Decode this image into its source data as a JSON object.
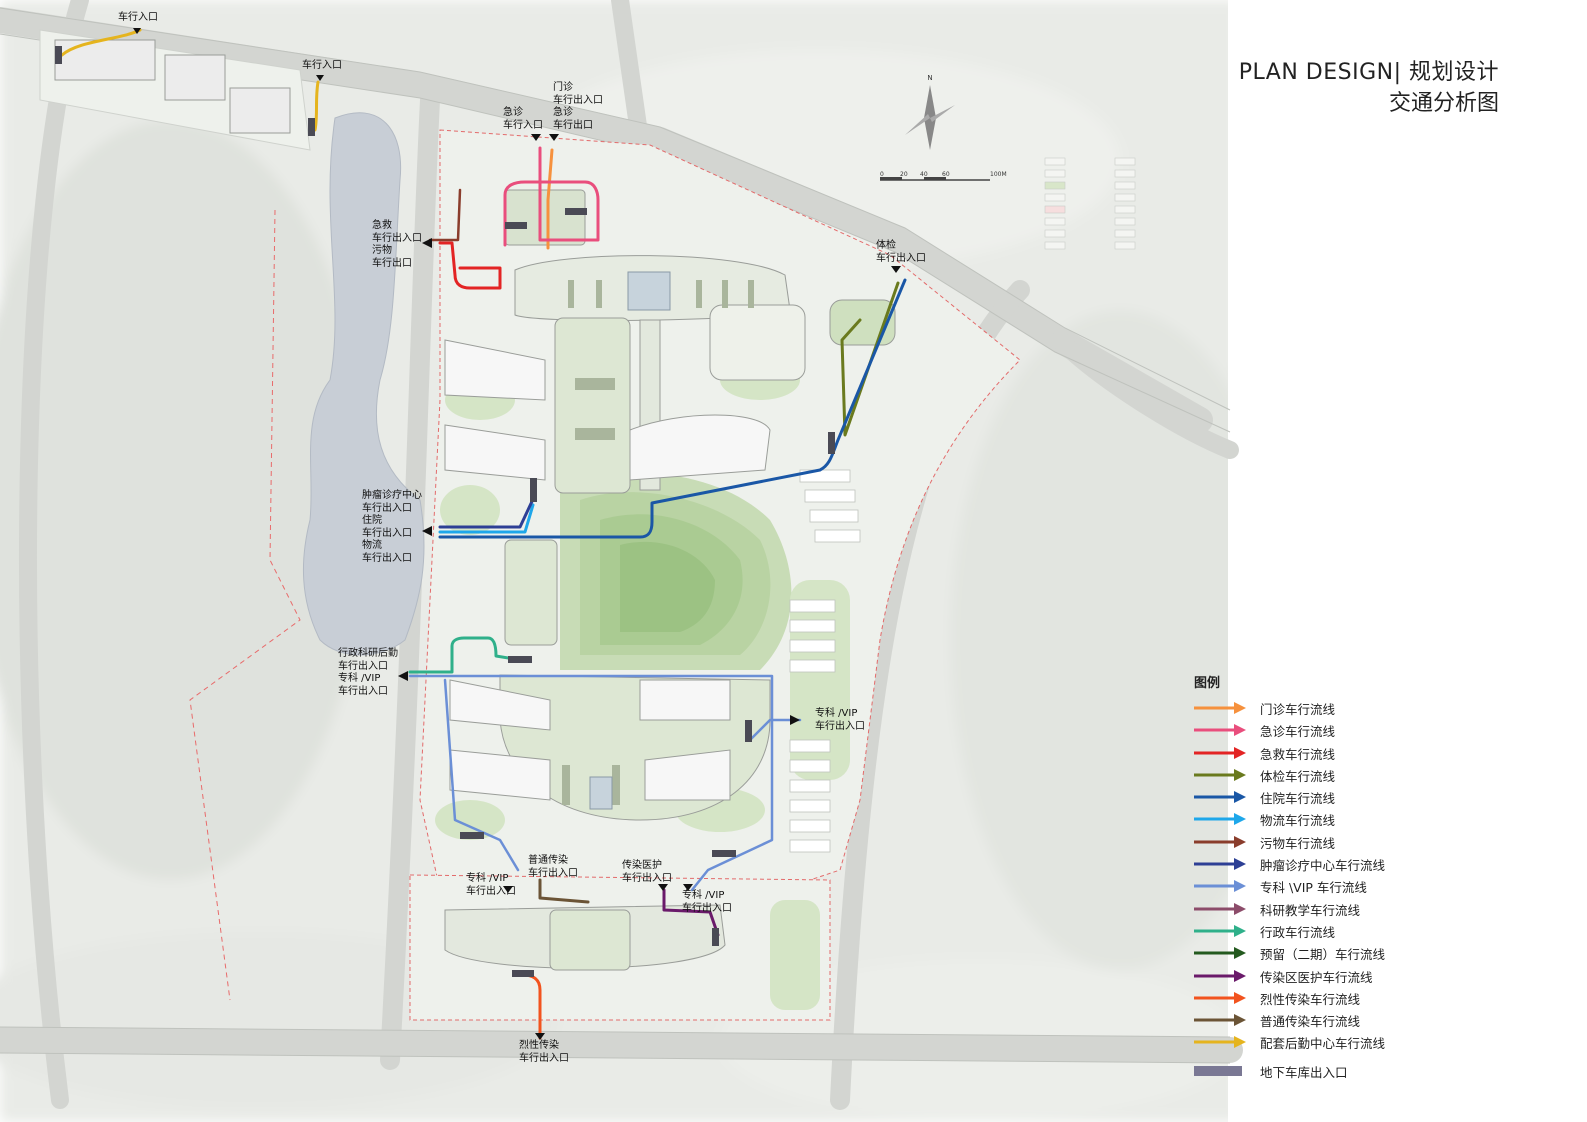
{
  "header": {
    "title_en": "PLAN DESIGN| 规划设计",
    "title_cn": "交通分析图"
  },
  "legend": {
    "heading": "图例",
    "items": [
      {
        "label": "门诊车行流线",
        "color": "#f6913d"
      },
      {
        "label": "急诊车行流线",
        "color": "#e94e7d"
      },
      {
        "label": "急救车行流线",
        "color": "#e32424"
      },
      {
        "label": "体检车行流线",
        "color": "#6a7a1e"
      },
      {
        "label": "住院车行流线",
        "color": "#1a57a6"
      },
      {
        "label": "物流车行流线",
        "color": "#1ea7ea"
      },
      {
        "label": "污物车行流线",
        "color": "#8a3d2c"
      },
      {
        "label": "肿瘤诊疗中心车行流线",
        "color": "#2d3f95"
      },
      {
        "label": "专科 \\VIP 车行流线",
        "color": "#6b8fd6"
      },
      {
        "label": "科研教学车行流线",
        "color": "#8c4c6a"
      },
      {
        "label": "行政车行流线",
        "color": "#2fb08a"
      },
      {
        "label": "预留（二期）车行流线",
        "color": "#245a1f"
      },
      {
        "label": "传染区医护车行流线",
        "color": "#6a1a6a"
      },
      {
        "label": "烈性传染车行流线",
        "color": "#f2531e"
      },
      {
        "label": "普通传染车行流线",
        "color": "#6b5436"
      },
      {
        "label": "配套后勤中心车行流线",
        "color": "#e5b41e"
      },
      {
        "label": "地下车库出入口",
        "color": "#7a7894"
      }
    ]
  },
  "callouts": [
    {
      "id": "logistics-nw",
      "lines": [
        "车行入口"
      ]
    },
    {
      "id": "logistics-ne",
      "lines": [
        "车行入口"
      ]
    },
    {
      "id": "emergency-north",
      "lines": [
        "急诊",
        "车行入口"
      ]
    },
    {
      "id": "outpatient-north",
      "lines": [
        "门诊",
        "车行出入口",
        "急诊",
        "车行出口"
      ]
    },
    {
      "id": "rescue-waste",
      "lines": [
        "急救",
        "车行出入口",
        "污物",
        "车行出口"
      ]
    },
    {
      "id": "checkup",
      "lines": [
        "体检",
        "车行出入口"
      ]
    },
    {
      "id": "tumor-inpatient",
      "lines": [
        "肿瘤诊疗中心",
        "车行出入口",
        "住院",
        "车行出入口",
        "物流",
        "车行出入口"
      ]
    },
    {
      "id": "admin-vip-west",
      "lines": [
        "行政科研后勤",
        "车行出入口",
        "专科 /VIP",
        "车行出入口"
      ]
    },
    {
      "id": "vip-east",
      "lines": [
        "专科 /VIP",
        "车行出入口"
      ]
    },
    {
      "id": "infect-common",
      "lines": [
        "普通传染",
        "车行出入口"
      ]
    },
    {
      "id": "infect-staff",
      "lines": [
        "传染医护",
        "车行出入口"
      ]
    },
    {
      "id": "vip-south-w",
      "lines": [
        "专科 /VIP",
        "车行出入口"
      ]
    },
    {
      "id": "vip-south-e",
      "lines": [
        "专科 /VIP",
        "车行出入口"
      ]
    },
    {
      "id": "infect-severe",
      "lines": [
        "烈性传染",
        "车行出入口"
      ]
    }
  ],
  "compass": {
    "north": "N",
    "scale_labels": [
      "0",
      "20",
      "40",
      "60",
      "100M"
    ]
  }
}
